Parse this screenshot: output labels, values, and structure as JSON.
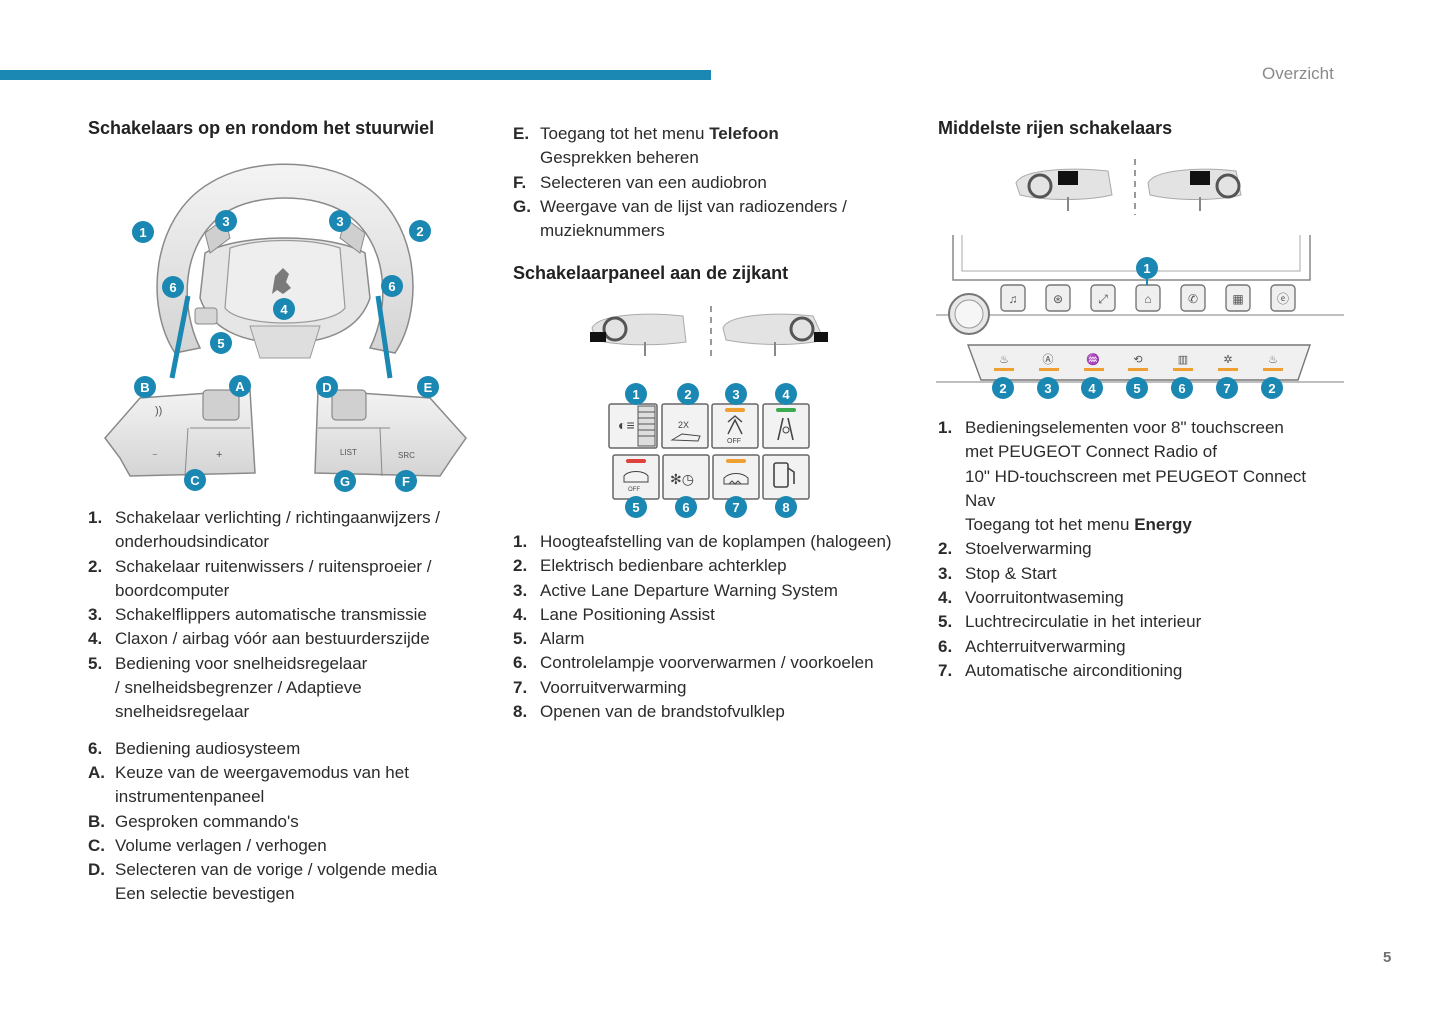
{
  "header": {
    "section_label": "Overzicht"
  },
  "page_number": "5",
  "col1": {
    "title": "Schakelaars op en rondom het stuurwiel",
    "figure": {
      "callouts": [
        "1",
        "2",
        "3",
        "3",
        "4",
        "5",
        "6",
        "6",
        "A",
        "B",
        "C",
        "D",
        "E",
        "F",
        "G"
      ],
      "button_labels": {
        "list": "LIST",
        "src": "SRC"
      }
    },
    "items": [
      {
        "key": "1.",
        "lines": [
          "Schakelaar verlichting / richtingaanwijzers /",
          "onderhoudsindicator"
        ]
      },
      {
        "key": "2.",
        "lines": [
          "Schakelaar ruitenwissers / ruitensproeier /",
          "boordcomputer"
        ]
      },
      {
        "key": "3.",
        "lines": [
          "Schakelflippers automatische transmissie"
        ]
      },
      {
        "key": "4.",
        "lines": [
          "Claxon / airbag vóór aan bestuurderszijde"
        ]
      },
      {
        "key": "5.",
        "lines": [
          "Bediening voor snelheidsregelaar",
          "/ snelheidsbegrenzer / Adaptieve",
          "snelheidsregelaar"
        ]
      },
      {
        "key": "6.",
        "lines": [
          "Bediening audiosysteem"
        ]
      },
      {
        "key": "A.",
        "lines": [
          "Keuze van de weergavemodus van het",
          "instrumentenpaneel"
        ]
      },
      {
        "key": "B.",
        "lines": [
          "Gesproken commando's"
        ]
      },
      {
        "key": "C.",
        "lines": [
          "Volume verlagen / verhogen"
        ]
      },
      {
        "key": "D.",
        "lines": [
          "Selecteren van de vorige / volgende media",
          "Een selectie bevestigen"
        ]
      }
    ]
  },
  "col2": {
    "items_top": [
      {
        "key": "E.",
        "line1_prefix": "Toegang tot het menu ",
        "line1_bold": "Telefoon",
        "line2": "Gesprekken beheren"
      },
      {
        "key": "F.",
        "lines": [
          "Selecteren van een audiobron"
        ]
      },
      {
        "key": "G.",
        "lines": [
          "Weergave van de lijst van radiozenders /",
          "muzieknummers"
        ]
      }
    ],
    "title": "Schakelaarpaneel aan de zijkant",
    "figure": {
      "callouts": [
        "1",
        "2",
        "3",
        "4",
        "5",
        "6",
        "7",
        "8"
      ],
      "button_texts": {
        "zx": "2X",
        "off": "OFF"
      },
      "led_colors": {
        "orange": "#f0a033",
        "green": "#3daa4e",
        "red": "#e0413b"
      }
    },
    "items": [
      {
        "key": "1.",
        "lines": [
          "Hoogteafstelling van de koplampen (halogeen)"
        ]
      },
      {
        "key": "2.",
        "lines": [
          "Elektrisch bedienbare achterklep"
        ]
      },
      {
        "key": "3.",
        "lines": [
          "Active Lane Departure Warning System"
        ]
      },
      {
        "key": "4.",
        "lines": [
          "Lane Positioning Assist"
        ]
      },
      {
        "key": "5.",
        "lines": [
          "Alarm"
        ]
      },
      {
        "key": "6.",
        "lines": [
          "Controlelampje voorverwarmen / voorkoelen"
        ]
      },
      {
        "key": "7.",
        "lines": [
          "Voorruitverwarming"
        ]
      },
      {
        "key": "8.",
        "lines": [
          "Openen van de brandstofvulklep"
        ]
      }
    ]
  },
  "col3": {
    "title": "Middelste rijen schakelaars",
    "figure": {
      "callouts_top": [
        "1"
      ],
      "callouts_bottom": [
        "2",
        "3",
        "4",
        "5",
        "6",
        "7",
        "2"
      ],
      "accent_color": "#1b87b3",
      "strip_color": "#f0a033"
    },
    "item1": {
      "key": "1.",
      "lines": [
        "Bedieningselementen voor 8\" touchscreen",
        "met PEUGEOT Connect Radio of",
        "10\" HD-touchscreen met PEUGEOT Connect",
        "Nav"
      ],
      "last_prefix": "Toegang tot het menu ",
      "last_bold": "Energy"
    },
    "items": [
      {
        "key": "2.",
        "lines": [
          "Stoelverwarming"
        ]
      },
      {
        "key": "3.",
        "lines": [
          "Stop & Start"
        ]
      },
      {
        "key": "4.",
        "lines": [
          "Voorruitontwaseming"
        ]
      },
      {
        "key": "5.",
        "lines": [
          "Luchtrecirculatie in het interieur"
        ]
      },
      {
        "key": "6.",
        "lines": [
          "Achterruitverwarming"
        ]
      },
      {
        "key": "7.",
        "lines": [
          "Automatische airconditioning"
        ]
      }
    ]
  }
}
